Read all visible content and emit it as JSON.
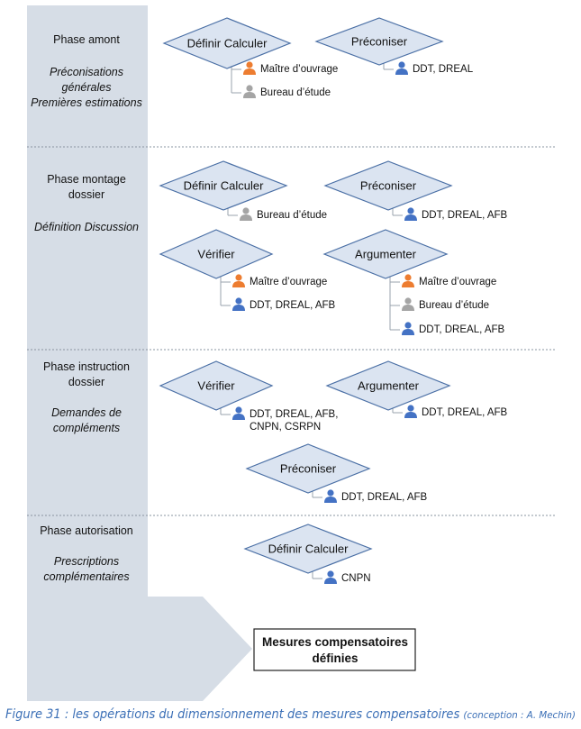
{
  "colors": {
    "column": "#d6dde6",
    "diamond_fill": "#dbe4f1",
    "diamond_stroke": "#4a6fa5",
    "actor_orange": "#ed7d31",
    "actor_grey": "#a5a5a5",
    "actor_blue": "#4472c4",
    "caption": "#3b6fb6"
  },
  "phases": [
    {
      "title": [
        "Phase amont"
      ],
      "subtitle": [
        "Préconisations",
        "générales",
        "Premières estimations"
      ],
      "activities": [
        {
          "label": "Définir Calculer",
          "actors": [
            {
              "label": "Maître d’ouvrage",
              "color": "orange"
            },
            {
              "label": "Bureau d’étude",
              "color": "grey"
            }
          ]
        },
        {
          "label": "Préconiser",
          "actors": [
            {
              "label": "DDT, DREAL",
              "color": "blue"
            }
          ]
        }
      ]
    },
    {
      "title": [
        "Phase montage",
        "dossier"
      ],
      "subtitle": [
        "Définition Discussion"
      ],
      "activities": [
        {
          "label": "Définir Calculer",
          "actors": [
            {
              "label": "Bureau d’étude",
              "color": "grey"
            }
          ]
        },
        {
          "label": "Préconiser",
          "actors": [
            {
              "label": "DDT, DREAL, AFB",
              "color": "blue"
            }
          ]
        },
        {
          "label": "Vérifier",
          "actors": [
            {
              "label": "Maître d’ouvrage",
              "color": "orange"
            },
            {
              "label": "DDT, DREAL, AFB",
              "color": "blue"
            }
          ]
        },
        {
          "label": "Argumenter",
          "actors": [
            {
              "label": "Maître d’ouvrage",
              "color": "orange"
            },
            {
              "label": "Bureau d’étude",
              "color": "grey"
            },
            {
              "label": "DDT, DREAL, AFB",
              "color": "blue"
            }
          ]
        }
      ]
    },
    {
      "title": [
        "Phase instruction",
        "dossier"
      ],
      "subtitle": [
        "Demandes de",
        "compléments"
      ],
      "activities": [
        {
          "label": "Vérifier",
          "actors": [
            {
              "label": "DDT, DREAL, AFB,",
              "label2": "CNPN, CSRPN",
              "color": "blue"
            }
          ]
        },
        {
          "label": "Argumenter",
          "actors": [
            {
              "label": "DDT, DREAL, AFB",
              "color": "blue"
            }
          ]
        },
        {
          "label": "Préconiser",
          "actors": [
            {
              "label": "DDT, DREAL, AFB",
              "color": "blue"
            }
          ]
        }
      ]
    },
    {
      "title": [
        "Phase autorisation"
      ],
      "subtitle": [
        "Prescriptions",
        "complémentaires"
      ],
      "activities": [
        {
          "label": "Définir Calculer",
          "actors": [
            {
              "label": "CNPN",
              "color": "blue"
            }
          ]
        }
      ]
    }
  ],
  "final_box": [
    "Mesures compensatoires",
    "définies"
  ],
  "caption": {
    "main": "Figure 31 : les opérations du dimensionnement des mesures compensatoires",
    "credit": "(conception : A. Mechin)"
  }
}
